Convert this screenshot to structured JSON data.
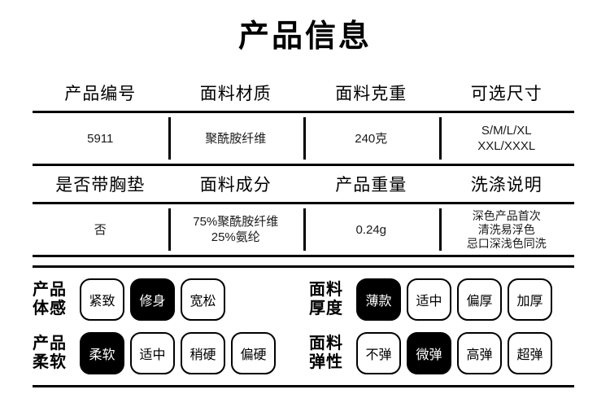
{
  "title": "产品信息",
  "spec_table": {
    "blocks": [
      {
        "headers": [
          "产品编号",
          "面料材质",
          "面料克重",
          "可选尺寸"
        ],
        "values": [
          [
            "5911"
          ],
          [
            "聚酰胺纤维"
          ],
          [
            "240克"
          ],
          [
            "S/M/L/XL",
            "XXL/XXXL"
          ]
        ]
      },
      {
        "headers": [
          "是否带胸垫",
          "面料成分",
          "产品重量",
          "洗涤说明"
        ],
        "values": [
          [
            "否"
          ],
          [
            "75%聚酰胺纤维",
            "25%氨纶"
          ],
          [
            "0.24g"
          ],
          [
            "深色产品首次",
            "清洗易浮色",
            "忌口深浅色同洗"
          ]
        ]
      }
    ]
  },
  "attributes": {
    "rows": [
      {
        "left": {
          "label": "产品\n体感",
          "options": [
            {
              "text": "紧致",
              "selected": false
            },
            {
              "text": "修身",
              "selected": true
            },
            {
              "text": "宽松",
              "selected": false
            }
          ]
        },
        "right": {
          "label": "面料\n厚度",
          "options": [
            {
              "text": "薄款",
              "selected": true
            },
            {
              "text": "适中",
              "selected": false
            },
            {
              "text": "偏厚",
              "selected": false
            },
            {
              "text": "加厚",
              "selected": false
            }
          ]
        }
      },
      {
        "left": {
          "label": "产品\n柔软",
          "options": [
            {
              "text": "柔软",
              "selected": true
            },
            {
              "text": "适中",
              "selected": false
            },
            {
              "text": "稍硬",
              "selected": false
            },
            {
              "text": "偏硬",
              "selected": false
            }
          ]
        },
        "right": {
          "label": "面料\n弹性",
          "options": [
            {
              "text": "不弹",
              "selected": false
            },
            {
              "text": "微弹",
              "selected": true
            },
            {
              "text": "高弹",
              "selected": false
            },
            {
              "text": "超弹",
              "selected": false
            }
          ]
        }
      }
    ]
  },
  "colors": {
    "selected_bg": "#000000",
    "selected_fg": "#ffffff",
    "rule": "#000000",
    "page_bg": "#ffffff"
  }
}
